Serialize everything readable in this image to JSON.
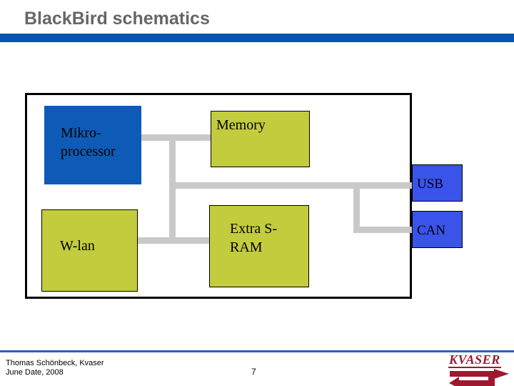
{
  "title": "BlackBird schematics",
  "diagram": {
    "mikro": {
      "line1": "Mikro-",
      "line2": "processor"
    },
    "memory": {
      "label": "Memory"
    },
    "wlan": {
      "label": "W-lan"
    },
    "sram": {
      "line1": "Extra S-",
      "line2": "RAM"
    },
    "usb": {
      "label": "USB"
    },
    "can": {
      "label": "CAN"
    }
  },
  "footer": {
    "author": "Thomas Schönbeck, Kvaser",
    "date": "June Date, 2008",
    "page_number": "7",
    "logo_text": "KVASER"
  },
  "colors": {
    "accent_bar": "#0455B0",
    "footer_rule": "#2E63B5",
    "title_text": "#666666",
    "processor_blue": "#0E5BB7",
    "port_blue": "#3A53E8",
    "component_green": "#C3CC3D",
    "connector_gray": "#C9C9C9",
    "diagram_border": "#000000",
    "logo_red": "#A0182F"
  }
}
